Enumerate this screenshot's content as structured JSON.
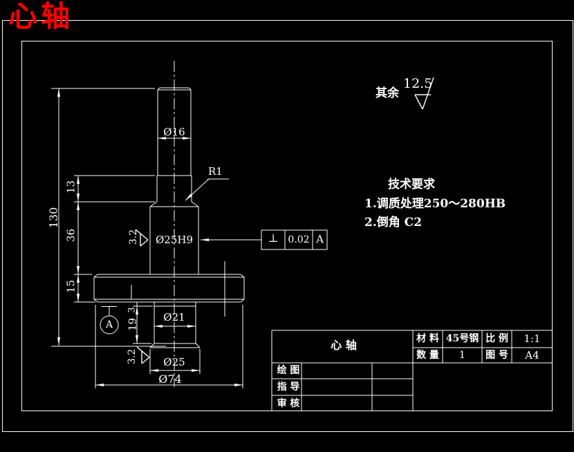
{
  "colors": {
    "background": "#000000",
    "line": "#ffffff",
    "title_red": "#ff0000"
  },
  "title": {
    "text": "心轴"
  },
  "surface_note": {
    "prefix": "其余",
    "value": "12.5"
  },
  "tech_requirements": {
    "heading": "技术要求",
    "items": [
      "1.调质处理250～280HB",
      "2.倒角 C2"
    ]
  },
  "tolerance_frame": {
    "symbol": "⊥",
    "value": "0.02",
    "datum": "A"
  },
  "datum_label": "A",
  "dimensions": {
    "dia16": "Ø16",
    "r1": "R1",
    "dia25h9": "Ø25H9",
    "len130": "130",
    "len13": "13",
    "len36": "36",
    "len15": "15",
    "len3": "3",
    "len19": "19",
    "dia21": "Ø21",
    "dia25": "Ø25",
    "dia74": "Ø74",
    "rough32_mid": "3.2",
    "rough32_bottom": "3.2"
  },
  "title_block": {
    "part_name": "心    轴",
    "material_label": "材 料",
    "material_value": "45号钢",
    "scale_label": "比 例",
    "scale_value": "1:1",
    "quantity_label": "数 量",
    "quantity_value": "1",
    "drawing_no_label": "图 号",
    "drawing_no_value": "A4",
    "rows": [
      {
        "label": "绘 图"
      },
      {
        "label": "指 导"
      },
      {
        "label": "审 核"
      }
    ]
  }
}
